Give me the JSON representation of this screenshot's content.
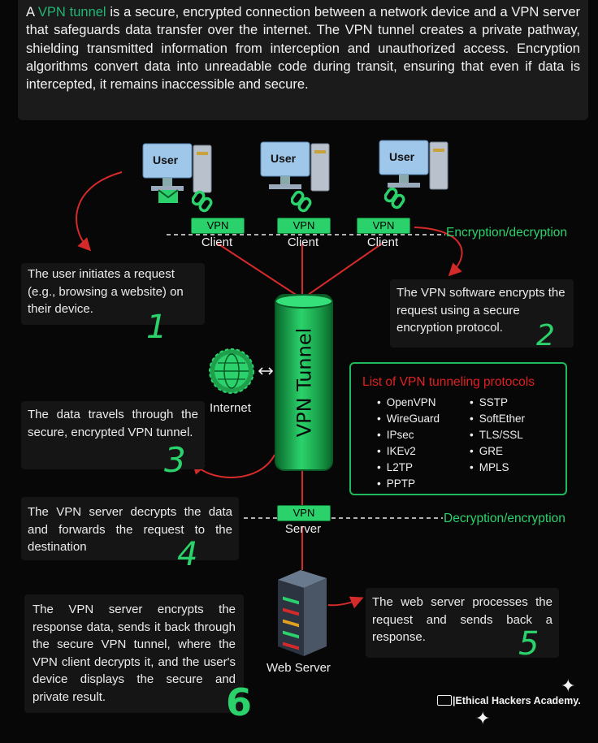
{
  "intro": {
    "prefix": "A ",
    "highlight": "VPN tunnel",
    "rest": " is a secure, encrypted connection between a network device and a VPN server that safeguards data transfer over the internet. The VPN tunnel creates a private pathway, shielding transmitted information from interception and unauthorized access. Encryption algorithms convert data into unreadable code during transit, ensuring that even if data is intercepted, it remains inaccessible and secure."
  },
  "users": [
    "User",
    "User",
    "User"
  ],
  "vpn_client": {
    "badge": "VPN",
    "label": "Client"
  },
  "encryption_label": "Encryption/decryption",
  "decryption_label": "Decryption/encryption",
  "tunnel_label": "VPN Tunnel",
  "internet_label": "Internet",
  "server": {
    "badge": "VPN",
    "label": "Server"
  },
  "web_server_label": "Web Server",
  "steps": [
    {
      "number": "1",
      "text": "The user initiates a request (e.g., browsing a website) on their device."
    },
    {
      "number": "2",
      "text": "The VPN software encrypts the request using a secure encryption protocol."
    },
    {
      "number": "3",
      "text": "The data travels through the secure, encrypted VPN tunnel."
    },
    {
      "number": "4",
      "text": "The VPN server decrypts the data and forwards the request to the destination"
    },
    {
      "number": "5",
      "text": "The web server processes the request and sends back a response."
    },
    {
      "number": "6",
      "text": "The VPN server encrypts the response data, sends it back through the secure VPN tunnel, where the VPN client decrypts it, and the user's device displays the secure and private result."
    }
  ],
  "protocols": {
    "title": "List of VPN tunneling protocols",
    "col1": [
      "OpenVPN",
      "WireGuard",
      "IPsec",
      "IKEv2",
      "L2TP",
      "PPTP"
    ],
    "col2": [
      "SSTP",
      "SoftEther",
      "TLS/SSL",
      "GRE",
      "MPLS"
    ]
  },
  "brand": "|Ethical Hackers Academy.",
  "colors": {
    "accent": "#2bd26b",
    "arrow": "#d42a2a",
    "background": "#070707"
  }
}
